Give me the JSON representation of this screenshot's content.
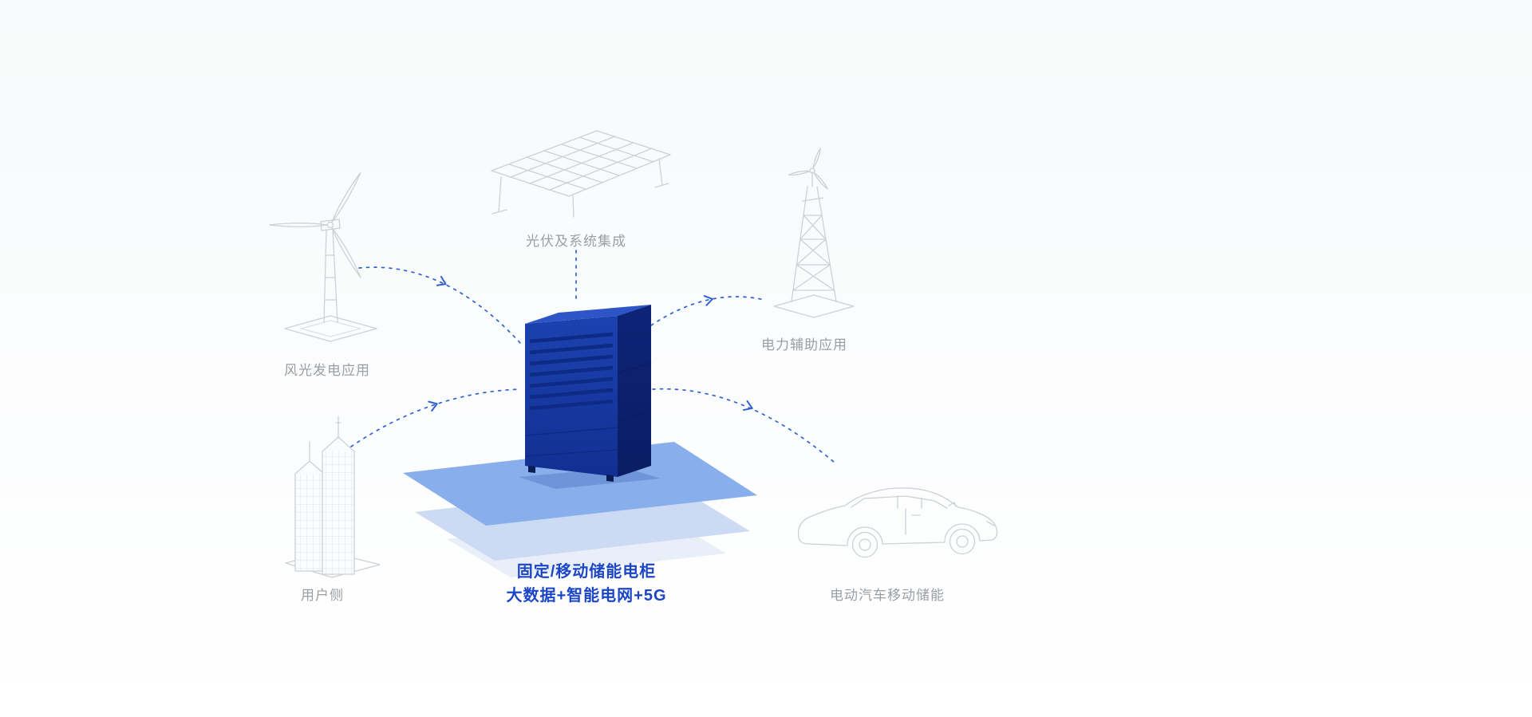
{
  "diagram": {
    "nodes": [
      {
        "id": "wind",
        "label": "风光发电应用",
        "icon": "wind-turbine-icon"
      },
      {
        "id": "solar",
        "label": "光伏及系统集成",
        "icon": "solar-panel-icon"
      },
      {
        "id": "power",
        "label": "电力辅助应用",
        "icon": "transmission-tower-icon"
      },
      {
        "id": "user",
        "label": "用户侧",
        "icon": "building-icon"
      },
      {
        "id": "ev",
        "label": "电动汽车移动储能",
        "icon": "car-icon"
      }
    ],
    "center": {
      "icon": "storage-cabinet-icon",
      "line1": "固定/移动储能电柜",
      "line2": "大数据+智能电网+5G"
    },
    "colors": {
      "label_gray": "#9a9fa4",
      "center_text_blue": "#1c46c6",
      "arrow_blue": "#2f62d0",
      "cabinet_front": "#16379f",
      "cabinet_side": "#0b2274",
      "cabinet_top": "#2d55c8",
      "platform_top": "#88aeeb",
      "platform_mid": "#ccdaf4",
      "platform_bottom": "#e9eff9",
      "line_art_gray": "#ccd1d7"
    }
  }
}
